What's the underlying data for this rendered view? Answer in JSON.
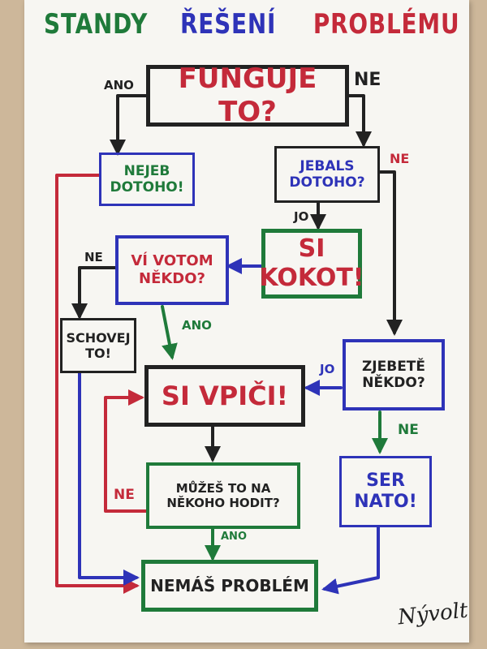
{
  "title": {
    "part1": "STANDY",
    "part2": "ŘEŠENÍ",
    "part3": "PROBLÉMU"
  },
  "colors": {
    "red": "#c42a3a",
    "blue": "#2e33b8",
    "green": "#1f7a3a",
    "black": "#222222"
  },
  "nodes": {
    "funguje": "FUNGUJE TO?",
    "nejeb": "NEJEB DOTOHO!",
    "jebals": "JEBALS DOTOHO?",
    "sikokot": "SI KOKOT!",
    "vivotom": "VÍ VOTOM NĚKDO?",
    "schovej": "SCHOVEJ TO!",
    "zjebete": "ZJEBETĚ NĚKDO?",
    "sivpici": "SI VPIČI!",
    "muzes": "MŮŽEŠ TO NA NĚKOHO HODIT?",
    "sernato": "SER NATO!",
    "nemas": "NEMÁŠ PROBLÉM"
  },
  "edge_labels": {
    "funguje_ano": "ANO",
    "funguje_ne": "NE",
    "jebals_ne": "NE",
    "jebals_jo": "JO",
    "vivotom_ne": "NE",
    "vivotom_ano": "ANO",
    "zjebete_jo": "JO",
    "zjebete_ne": "NE",
    "muzes_ne": "NE",
    "muzes_ano": "ANO"
  },
  "signature": "Nývolt"
}
